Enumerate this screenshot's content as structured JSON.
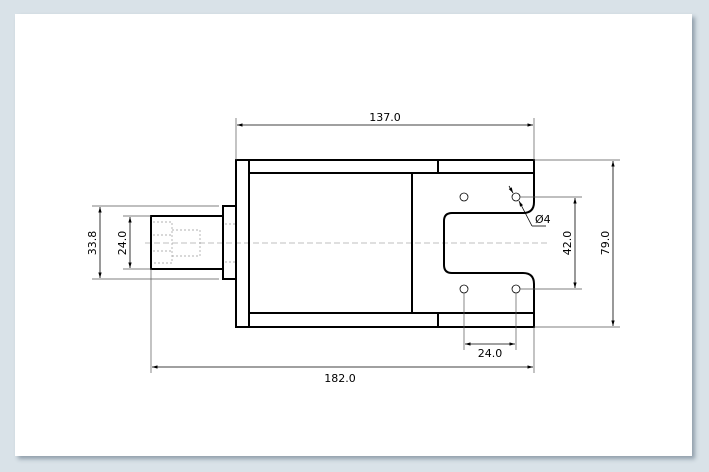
{
  "drawing": {
    "dimensions": {
      "overall_body_length": "137.0",
      "total_length": "182.0",
      "collar_diameter": "33.8",
      "shaft_diameter": "24.0",
      "body_height": "79.0",
      "hole_vertical_spacing": "42.0",
      "hole_horizontal_spacing": "24.0",
      "hole_diameter": "Ø4"
    }
  }
}
